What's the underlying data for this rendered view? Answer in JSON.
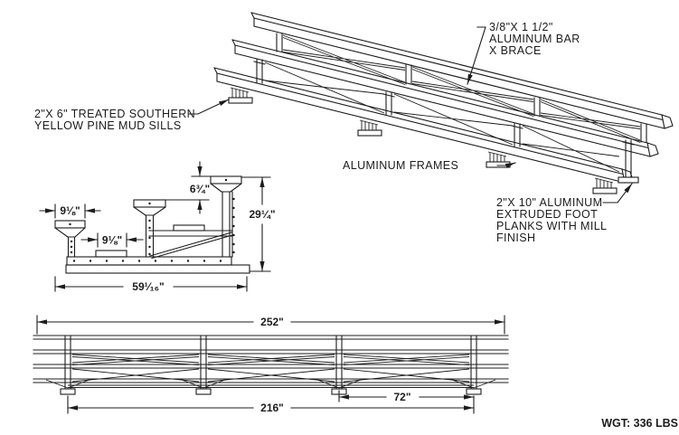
{
  "drawing": {
    "callouts": {
      "x_brace": {
        "lines": [
          "3/8\"X 1 1/2\"",
          "ALUMINUM BAR",
          "X  BRACE"
        ]
      },
      "mud_sills": {
        "lines": [
          "2\"X 6\" TREATED SOUTHERN",
          "YELLOW PINE MUD SILLS"
        ]
      },
      "aluminum_frames": {
        "label": "ALUMINUM FRAMES"
      },
      "foot_planks": {
        "lines": [
          "2\"X 10\" ALUMINUM",
          "EXTRUDED FOOT",
          "PLANKS WITH MILL",
          "FINISH"
        ]
      }
    },
    "cross_section_dims": {
      "plank_width_top": "9⅛\"",
      "plank_width_mid": "9⅛\"",
      "riser_height": "6¾\"",
      "overall_height": "29¼\"",
      "overall_depth": "59¹⁄₁₆\""
    },
    "elevation_dims": {
      "overall_length": "252\"",
      "frame_span": "216\"",
      "frame_spacing": "72\""
    },
    "weight_note": "WGT: 336 LBS",
    "colors": {
      "line": "#1c1c1c",
      "background": "#ffffff"
    }
  }
}
